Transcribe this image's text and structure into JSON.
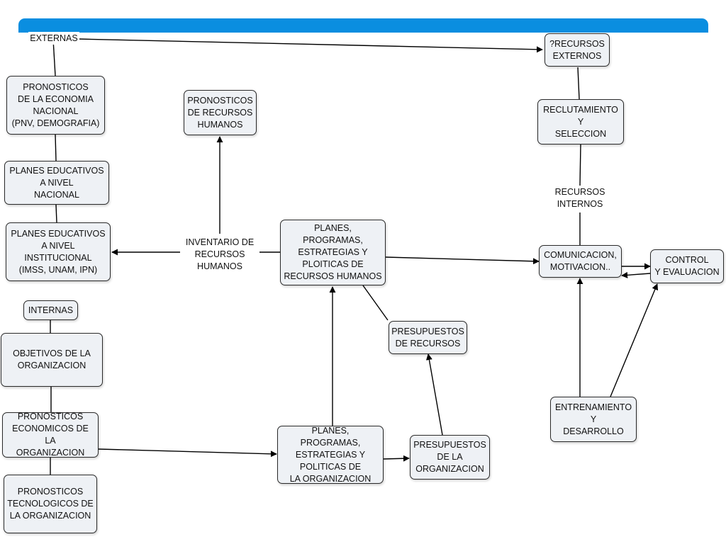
{
  "colors": {
    "accent": "#0a8ee0",
    "line": "#000000",
    "node_fill": "#eef1f5"
  },
  "labels": {
    "externas": "EXTERNAS",
    "inventario": "INVENTARIO DE\nRECURSOS\nHUMANOS",
    "recursos_internos": "RECURSOS\nINTERNOS"
  },
  "nodes": {
    "recursos_externos": "?RECURSOS\nEXTERNOS",
    "pronosticos_economia": "PRONOSTICOS\nDE LA ECONOMIA\nNACIONAL\n(PNV, DEMOGRAFIA)",
    "pronosticos_rrhh": "PRONOSTICOS\nDE RECURSOS\nHUMANOS",
    "reclutamiento": "RECLUTAMIENTO\nY\nSELECCION",
    "planes_nacional": "PLANES EDUCATIVOS\nA NIVEL\nNACIONAL",
    "planes_institucional": "PLANES EDUCATIVOS\nA NIVEL\nINSTITUCIONAL\n(IMSS, UNAM, IPN)",
    "planes_rrhh": "PLANES, PROGRAMAS,\nESTRATEGIAS Y\nPLOITICAS DE\nRECURSOS HUMANOS",
    "comunicacion": "COMUNICACION,\nMOTIVACION..",
    "control": "CONTROL\nY EVALUACION",
    "internas": "INTERNAS",
    "presupuestos_recursos": "PRESUPUESTOS\nDE RECURSOS",
    "objetivos": "OBJETIVOS DE LA\nORGANIZACION",
    "entrenamiento": "ENTRENAMIENTO\nY\nDESARROLLO",
    "pronosticos_economicos": "PRONOSTICOS\nECONOMICOS DE LA\nORGANIZACION",
    "planes_org": "PLANES, PROGRAMAS,\nESTRATEGIAS Y\nPOLITICAS DE\nLA ORGANIZACION",
    "presupuestos_org": "PRESUPUESTOS\nDE LA\nORGANIZACION",
    "pronosticos_tecnologicos": "PRONOSTICOS\nTECNOLOGICOS DE\nLA ORGANIZACION"
  }
}
